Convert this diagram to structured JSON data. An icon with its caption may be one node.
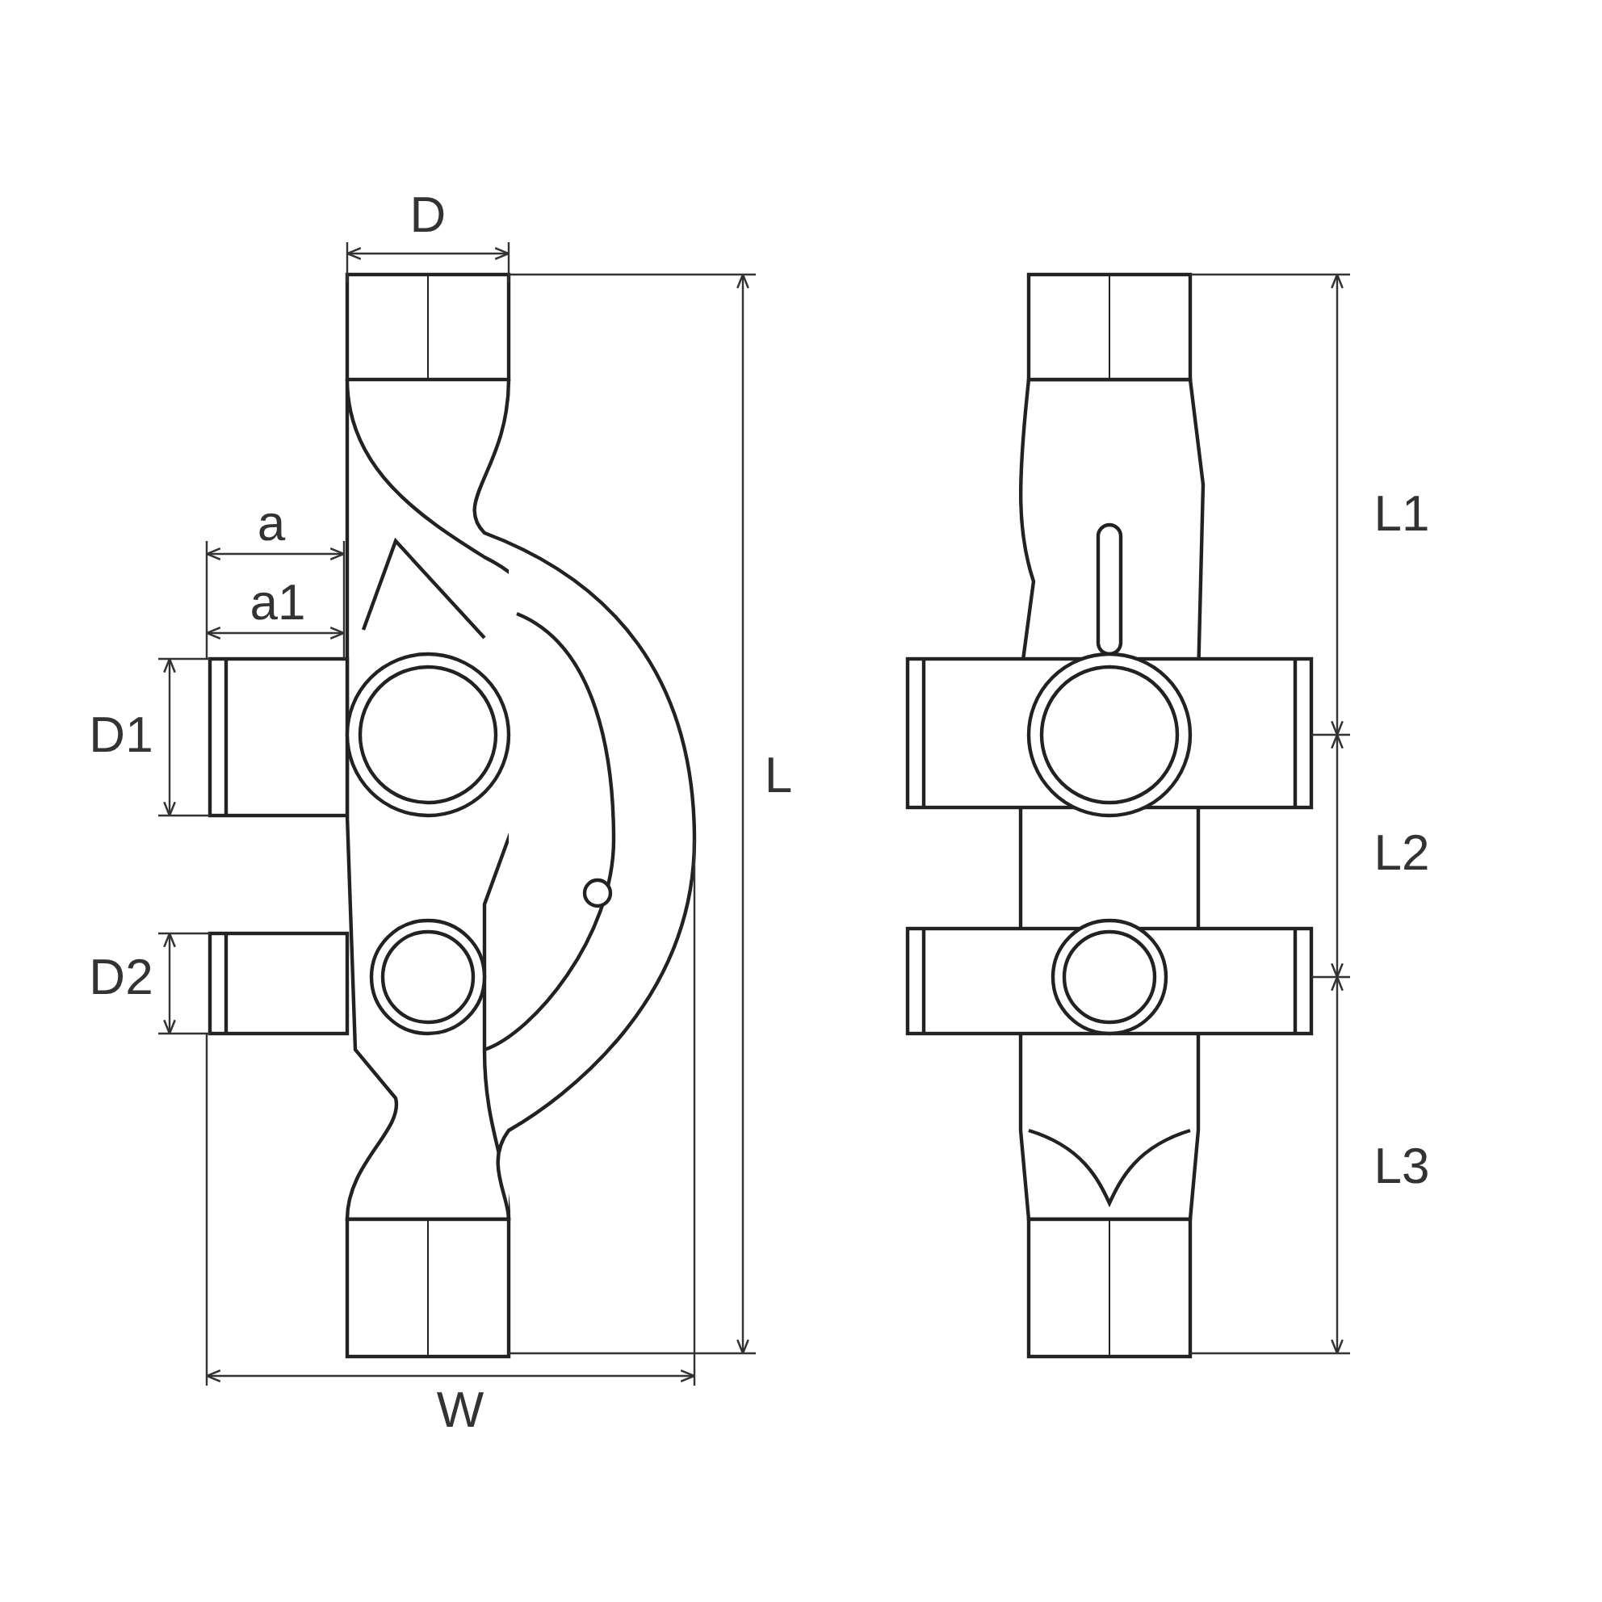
{
  "diagram": {
    "labels": [
      "D",
      "a",
      "L1",
      "a1",
      "D1",
      "L",
      "L2",
      "D2",
      "L3",
      "W"
    ]
  }
}
